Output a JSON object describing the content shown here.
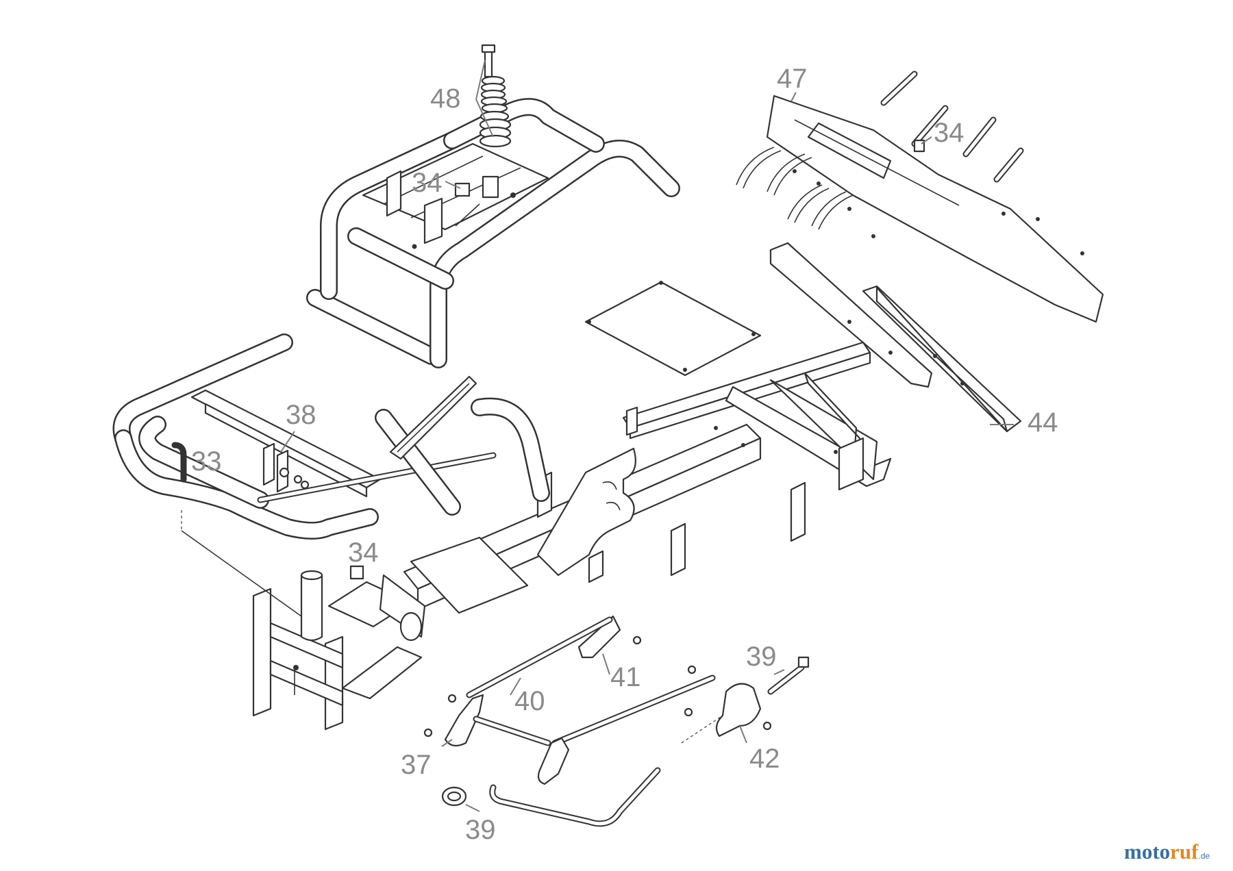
{
  "callouts": [
    {
      "id": "48a",
      "text": "48"
    },
    {
      "id": "47",
      "text": "47"
    },
    {
      "id": "34a",
      "text": "34"
    },
    {
      "id": "34b",
      "text": "34"
    },
    {
      "id": "38",
      "text": "38"
    },
    {
      "id": "33",
      "text": "33"
    },
    {
      "id": "34c",
      "text": "34"
    },
    {
      "id": "44",
      "text": "44"
    },
    {
      "id": "39a",
      "text": "39"
    },
    {
      "id": "41",
      "text": "41"
    },
    {
      "id": "40",
      "text": "40"
    },
    {
      "id": "37",
      "text": "37"
    },
    {
      "id": "42",
      "text": "42"
    },
    {
      "id": "39b",
      "text": "39"
    }
  ],
  "logo": {
    "part1": "moto",
    "part2": "ruf",
    "suffix": ".de"
  }
}
